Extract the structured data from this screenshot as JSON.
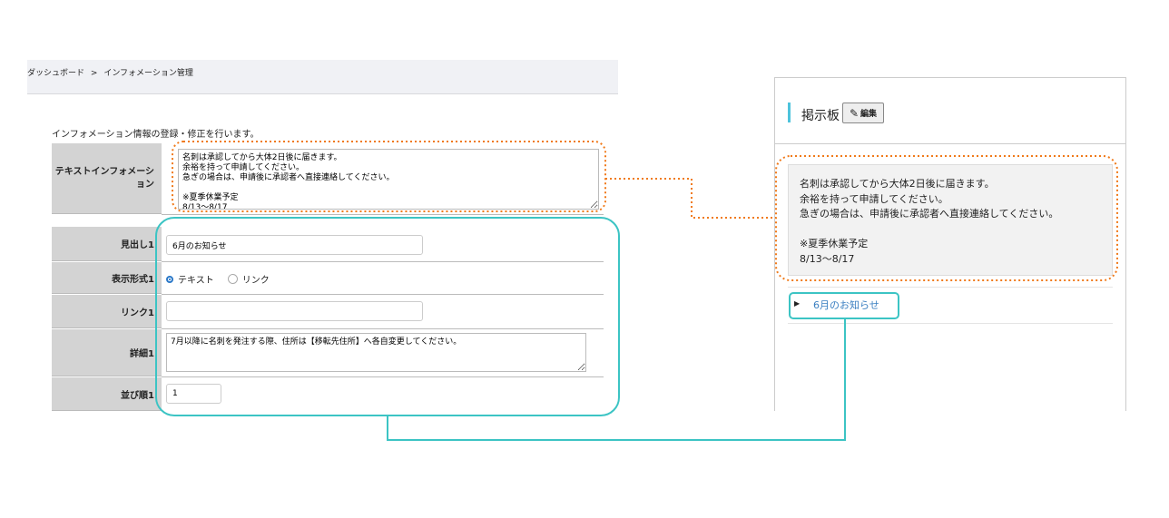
{
  "breadcrumb": {
    "home": "ダッシュボード",
    "separator": ">",
    "current": "インフォメーション管理"
  },
  "description": "インフォメーション情報の登録・修正を行います。",
  "form": {
    "text_info_label": "テキストインフォメーション",
    "text_info_value": "名刺は承認してから大体2日後に届きます。\n余裕を持って申請してください。\n急ぎの場合は、申請後に承認者へ直接連絡してください。\n\n※夏季休業予定\n8/13〜8/17",
    "heading_label": "見出し1",
    "heading_value": "6月のお知らせ",
    "display_label": "表示形式1",
    "display_options": [
      "テキスト",
      "リンク"
    ],
    "display_selected": "テキスト",
    "link_label": "リンク1",
    "link_value": "",
    "detail_label": "詳細1",
    "detail_value": "7月以降に名刺を発注する際、住所は【移転先住所】へ各自変更してください。",
    "order_label": "並び順1",
    "order_value": "1"
  },
  "board": {
    "title": "掲示板",
    "edit_label": "編集",
    "note_lines": "名刺は承認してから大体2日後に届きます。\n余裕を持って申請してください。\n急ぎの場合は、申請後に承認者へ直接連絡してください。\n\n※夏季休業予定\n8/13〜8/17",
    "item": "6月のお知らせ"
  },
  "colors": {
    "orange": "#f07a1a",
    "teal": "#3cc4c4",
    "link": "#3a7fc1"
  }
}
